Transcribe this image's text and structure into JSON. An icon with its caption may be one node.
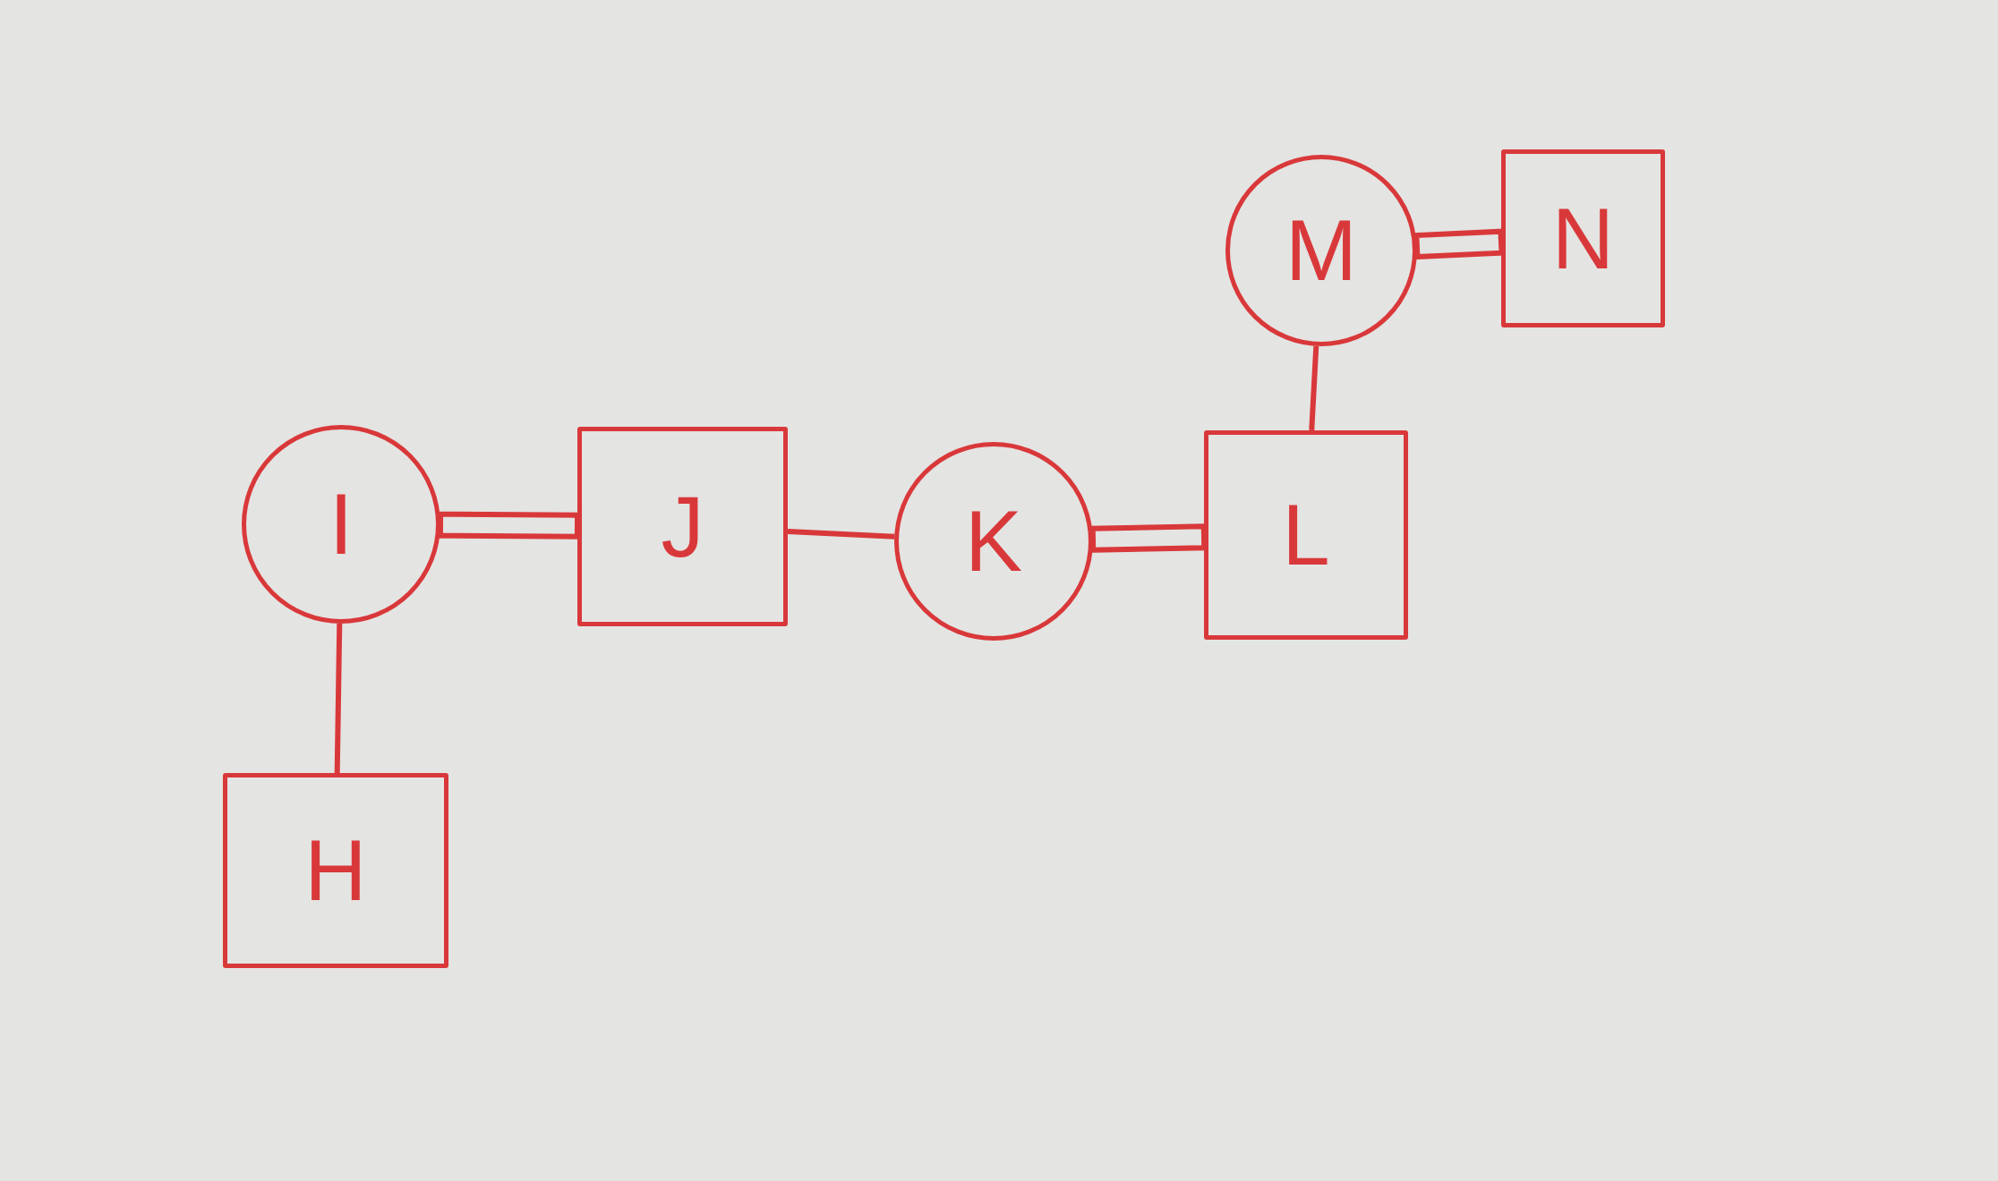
{
  "diagram": {
    "nodes": [
      {
        "text": [
          "M"
        ]
      },
      {
        "text": [
          "N"
        ]
      },
      {
        "text": [
          "I"
        ]
      },
      {
        "text": [
          "J"
        ]
      },
      {
        "text": [
          "K"
        ]
      },
      {
        "text": [
          "L"
        ]
      },
      {
        "text": [
          "H"
        ]
      }
    ],
    "edges": [
      {
        "from": 0,
        "to": 1,
        "arrow": "none",
        "style": "thick"
      },
      {
        "from": 0,
        "to": 5,
        "arrow": "none"
      },
      {
        "from": 2,
        "to": 3,
        "arrow": "none",
        "style": "thick"
      },
      {
        "from": 3,
        "to": 4,
        "arrow": "none"
      },
      {
        "from": 4,
        "to": 5,
        "arrow": "none",
        "style": "thick"
      },
      {
        "from": 2,
        "to": 6,
        "arrow": "none"
      }
    ]
  }
}
